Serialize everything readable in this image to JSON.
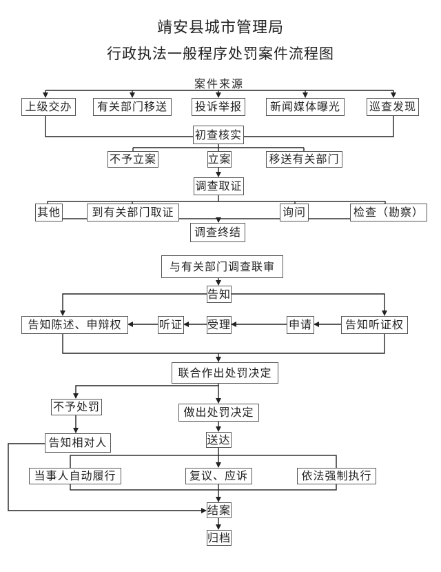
{
  "title": {
    "line1": "靖安县城市管理局",
    "line2": "行政执法一般程序处罚案件流程图"
  },
  "nodes": {
    "case_source": "案件来源",
    "higher_assigned": "上级交办",
    "dept_transfer": "有关部门移送",
    "complaint_report": "投诉举报",
    "media_exposure": "新闻媒体曝光",
    "patrol_found": "巡查发现",
    "preliminary_check": "初查核实",
    "no_filing": "不予立案",
    "filing": "立案",
    "transfer_to_dept": "移送有关部门",
    "investigate_collect": "调查取证",
    "other": "其他",
    "collect_at_dept": "到有关部门取证",
    "inquiry": "询问",
    "inspection": "检查（勘察）",
    "investigation_end": "调查终结",
    "joint_review": "与有关部门调查联审",
    "notify": "告知",
    "notify_statement_right": "告知陈述、申辩权",
    "hearing": "听证",
    "accept": "受理",
    "apply": "申请",
    "notify_hearing_right": "告知听证权",
    "joint_decision": "联合作出处罚决定",
    "no_penalty": "不予处罚",
    "make_decision": "做出处罚决定",
    "notify_party": "告知相对人",
    "deliver": "送达",
    "self_perform": "当事人自动履行",
    "review_litigation": "复议、应诉",
    "enforce": "依法强制执行",
    "close_case": "结案",
    "archive": "归档"
  },
  "colors": {
    "line": "#222222",
    "box_border": "#555555",
    "text": "#222222",
    "background": "#ffffff"
  }
}
